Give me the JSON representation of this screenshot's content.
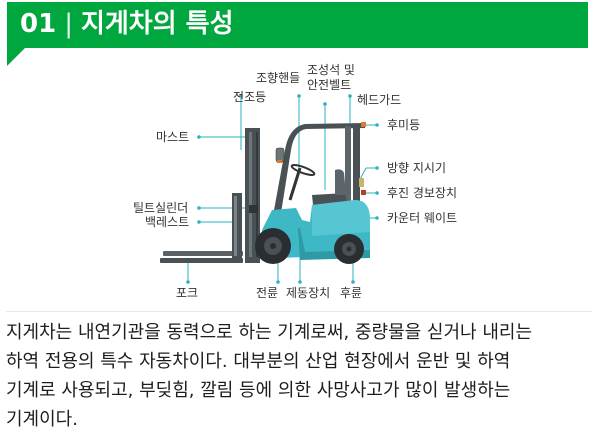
{
  "header": {
    "number": "01",
    "divider": "|",
    "title": "지게차의 특성",
    "bg_color": "#00a63e"
  },
  "diagram": {
    "subject": "forklift",
    "body_color": "#3fb8c6",
    "frame_color": "#4a5154",
    "leader_color": "#2bb3c0",
    "labels": {
      "mast": "마스트",
      "headlight": "전조등",
      "steering_wheel": "조향핸들",
      "seat_and_belt_line1": "조성석 및",
      "seat_and_belt_line2": "안전벨트",
      "head_guard": "헤드가드",
      "rear_light": "후미등",
      "turn_signal": "방향 지시기",
      "reverse_alarm": "후진 경보장치",
      "counterweight": "카운터 웨이트",
      "tilt_cylinder": "틸트실린더",
      "backrest": "백레스트",
      "fork": "포크",
      "front_wheel": "전륜",
      "brake": "제동장치",
      "rear_wheel": "후륜"
    }
  },
  "description": {
    "lines": [
      "지게차는 내연기관을 동력으로 하는 기계로써, 중량물을 싣거나 내리는",
      "하역 전용의 특수 자동차이다. 대부분의 산업 현장에서 운반 및 하역",
      "기계로 사용되고, 부딪힘, 깔림 등에 의한 사망사고가 많이 발생하는",
      "기계이다."
    ]
  }
}
